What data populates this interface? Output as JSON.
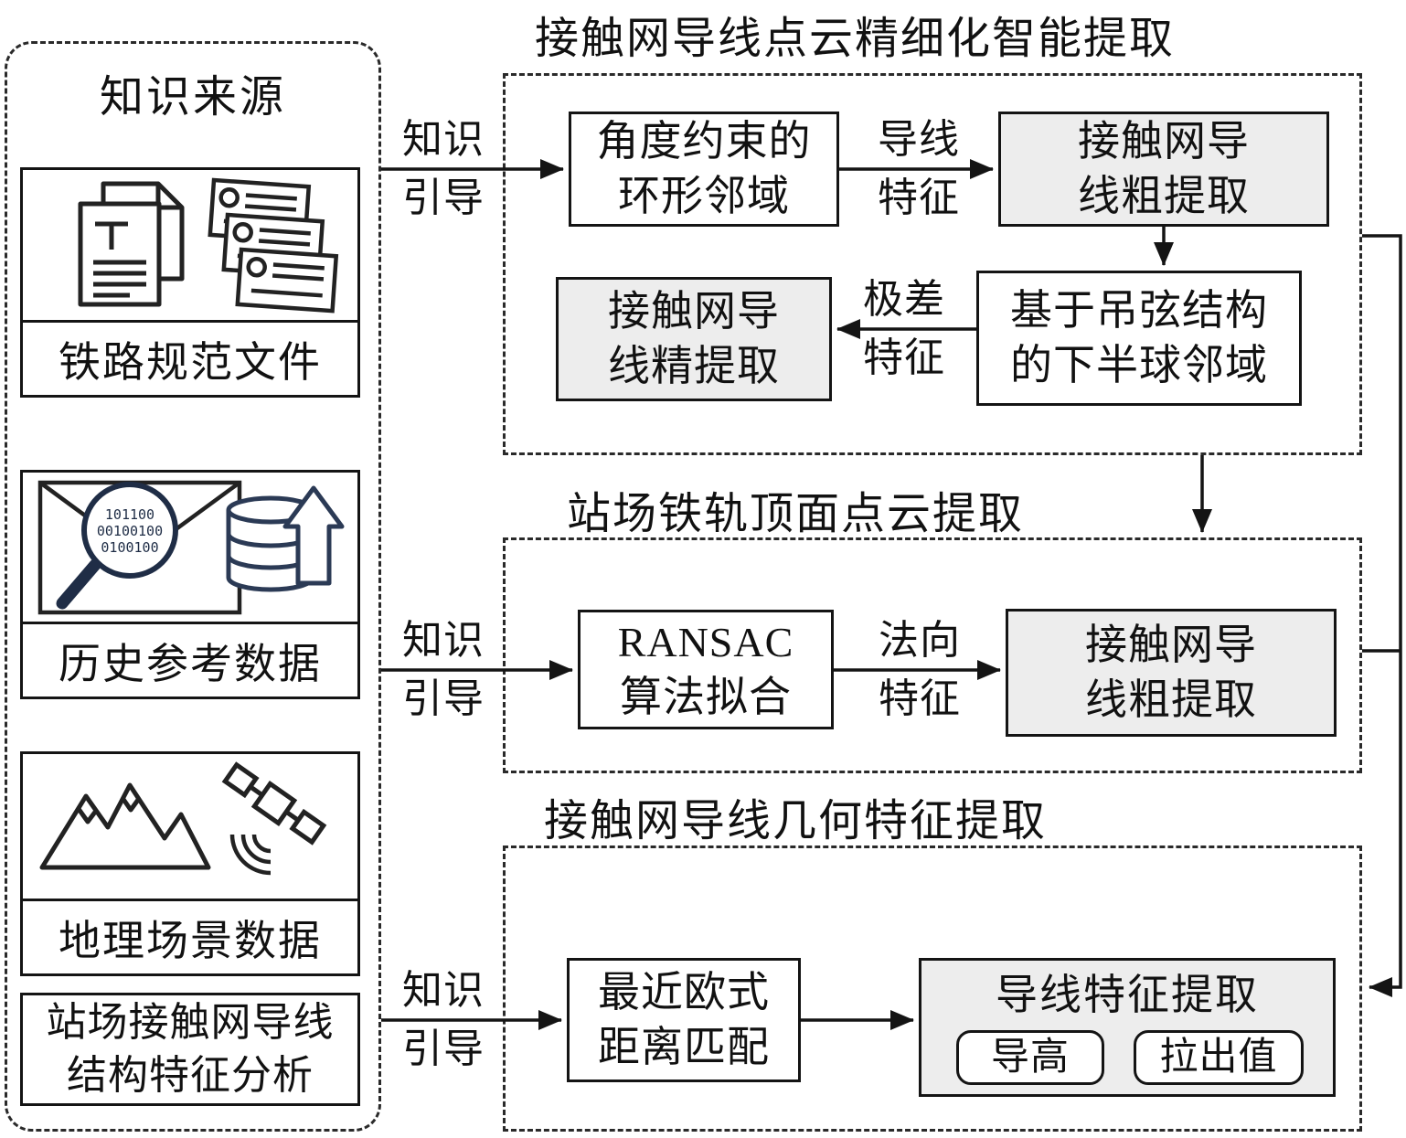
{
  "colors": {
    "background": "#ffffff",
    "node_gray_fill": "#ededed",
    "stroke": "#141414"
  },
  "left_panel": {
    "title": "知识来源",
    "item_specs": {
      "label": "铁路规范文件",
      "icon": "railway-documents-icon"
    },
    "item_history": {
      "label": "历史参考数据",
      "icon": "search-database-icon"
    },
    "item_geo": {
      "label": "地理场景数据",
      "icon": "mountain-satellite-icon"
    },
    "item_struct": {
      "label": "站场接触网导线\n结构特征分析"
    }
  },
  "flow_labels": {
    "knowledge_guide": "知识\n引导",
    "wire_feature": "导线\n特征",
    "range_feature": "极差\n特征",
    "normal_feature": "法向\n特征"
  },
  "section_refine": {
    "title": "接触网导线点云精细化智能提取",
    "box_annular": "角度约束的\n环形邻域",
    "box_coarse": "接触网导\n线粗提取",
    "box_hemisphere": "基于吊弦结构\n的下半球邻域",
    "box_fine": "接触网导\n线精提取"
  },
  "section_rail": {
    "title": "站场铁轨顶面点云提取",
    "box_ransac": "RANSAC\n算法拟合",
    "box_coarse": "接触网导\n线粗提取"
  },
  "section_geometry": {
    "title": "接触网导线几何特征提取",
    "box_match": "最近欧式\n距离匹配",
    "box_extract_title": "导线特征提取",
    "chip_height": "导高",
    "chip_stagger": "拉出值"
  }
}
